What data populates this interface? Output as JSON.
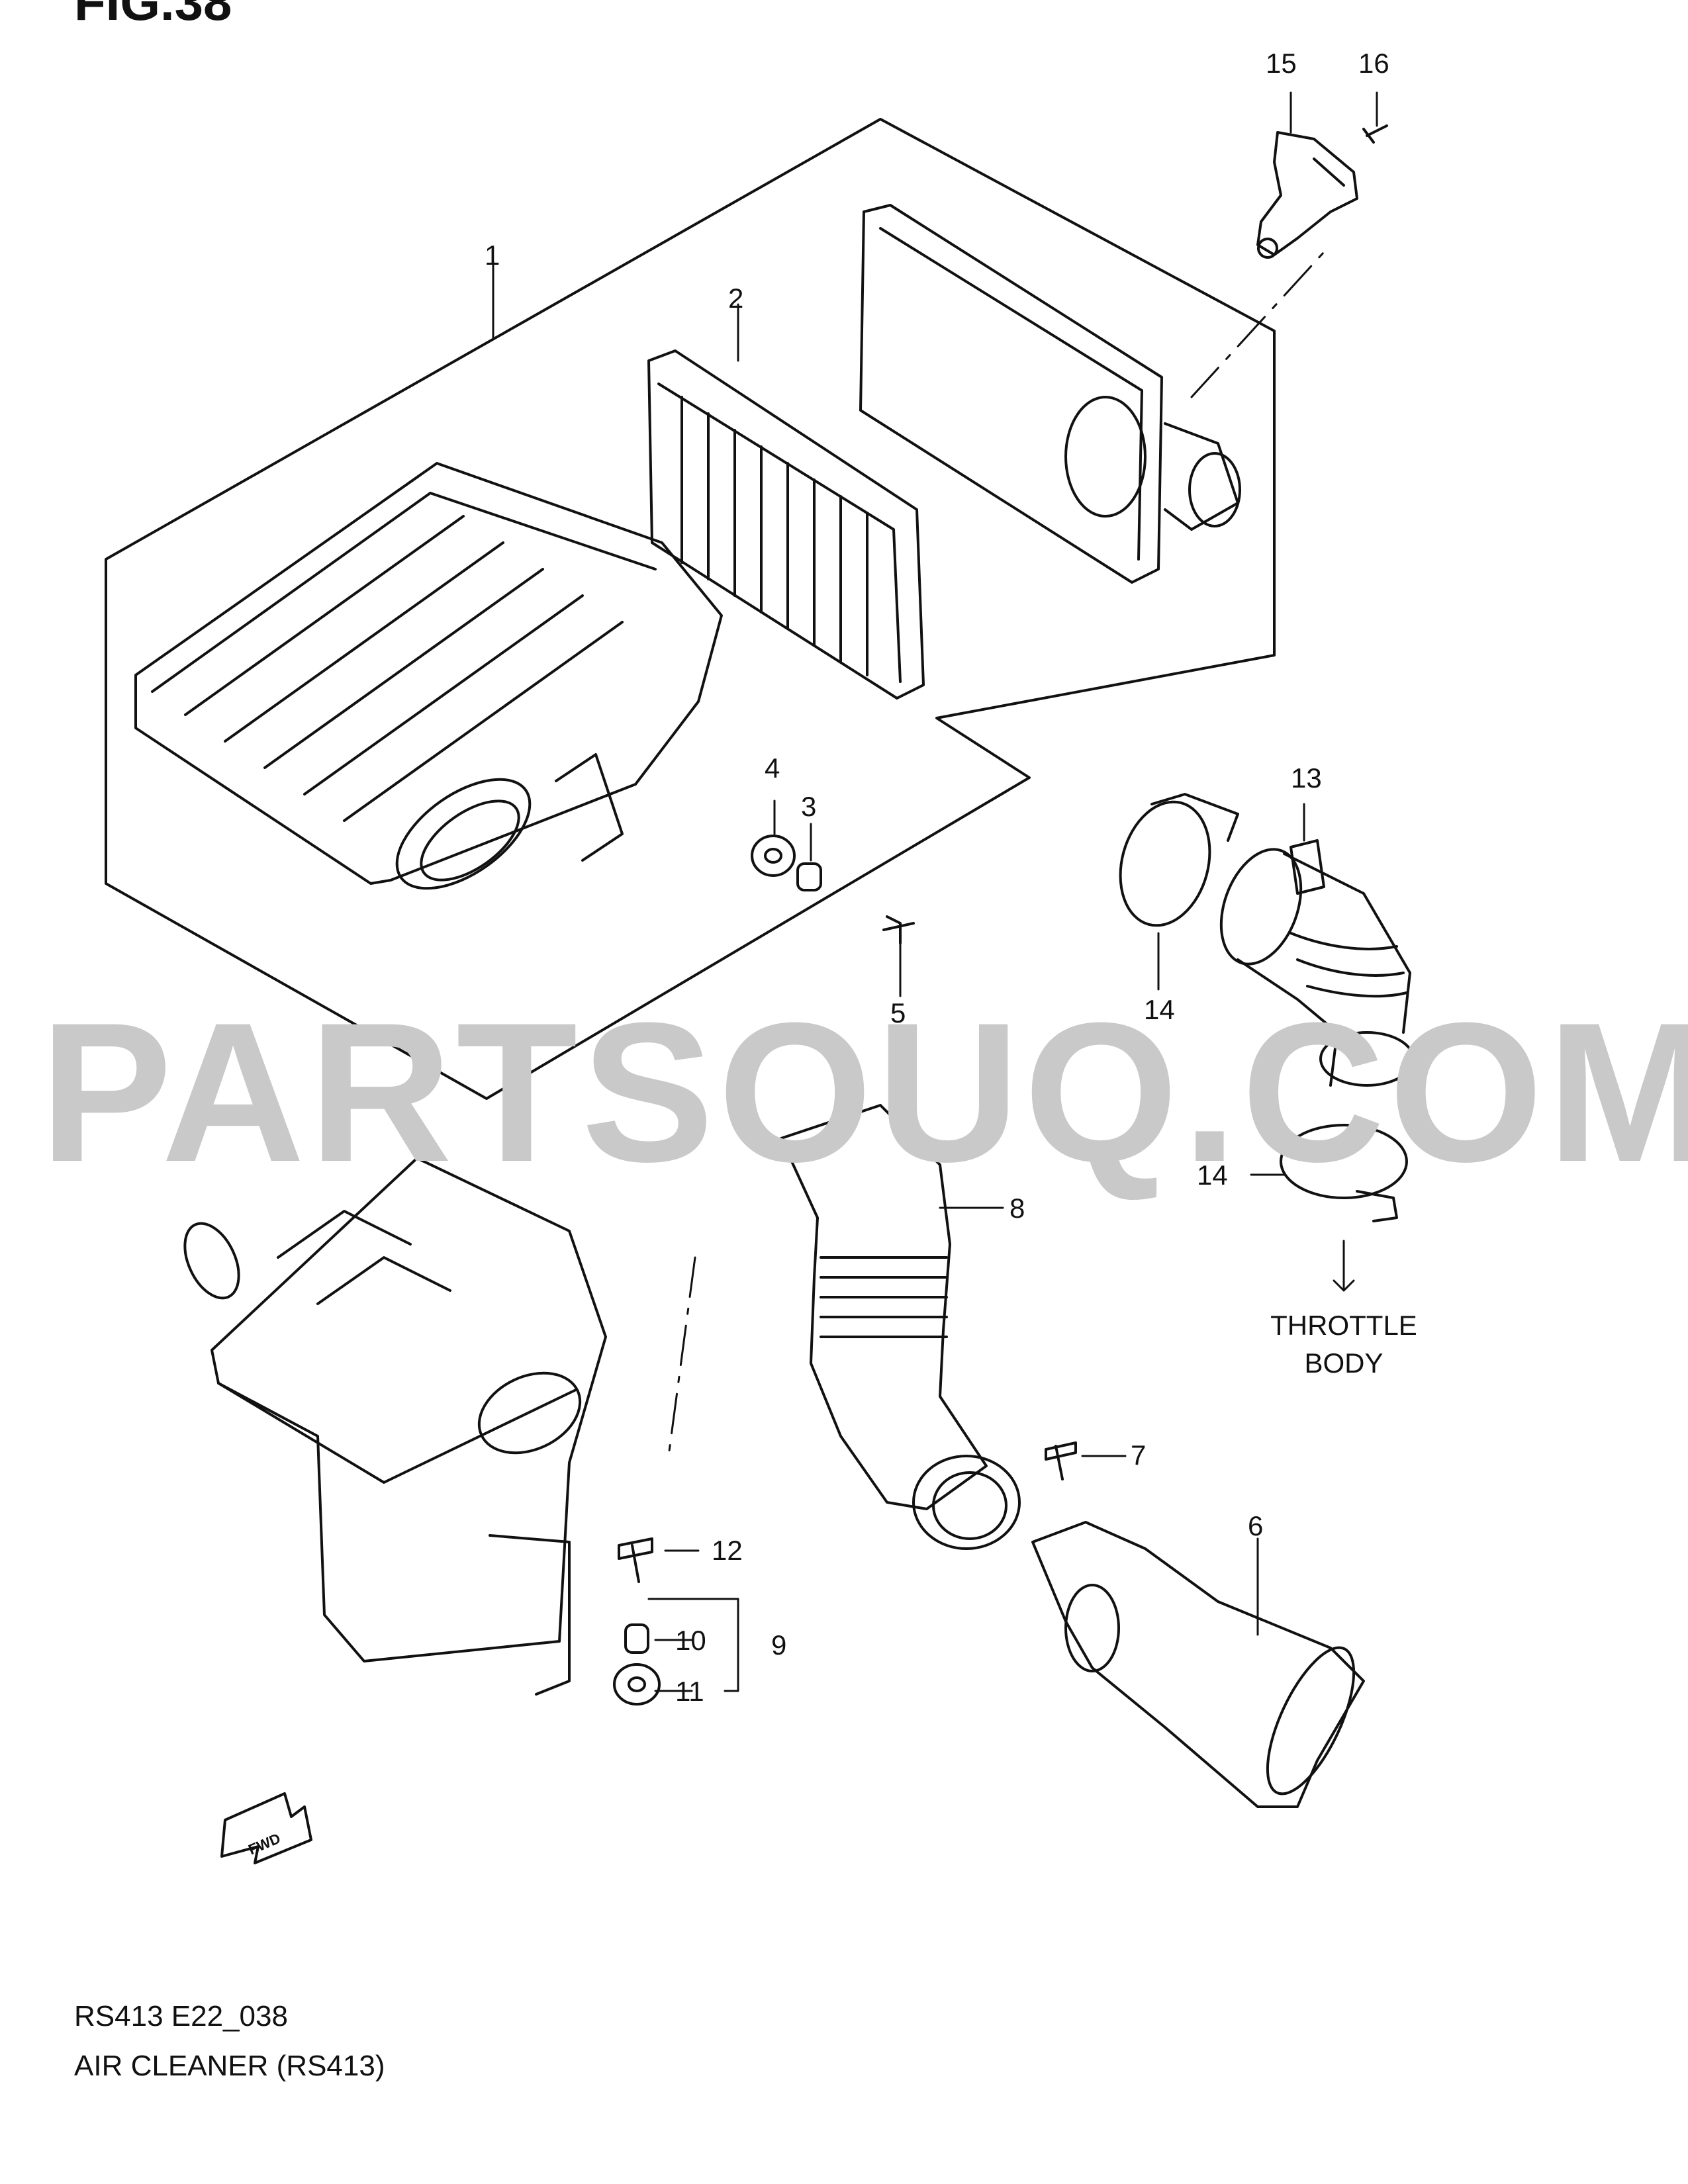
{
  "figure": {
    "title": "FIG.38",
    "watermark": "PARTSOUQ.COM",
    "destination_label": [
      "THROTTLE",
      "BODY"
    ],
    "fwd_label": "FWD",
    "footer": {
      "code": "RS413 E22_038",
      "caption": "AIR CLEANER (RS413)"
    }
  },
  "callouts": [
    "1",
    "2",
    "3",
    "4",
    "5",
    "6",
    "7",
    "8",
    "9",
    "10",
    "11",
    "12",
    "13",
    "14",
    "14",
    "15",
    "16"
  ],
  "colors": {
    "line": "#111111",
    "watermark": "#c9c9c9",
    "background": "#ffffff"
  }
}
